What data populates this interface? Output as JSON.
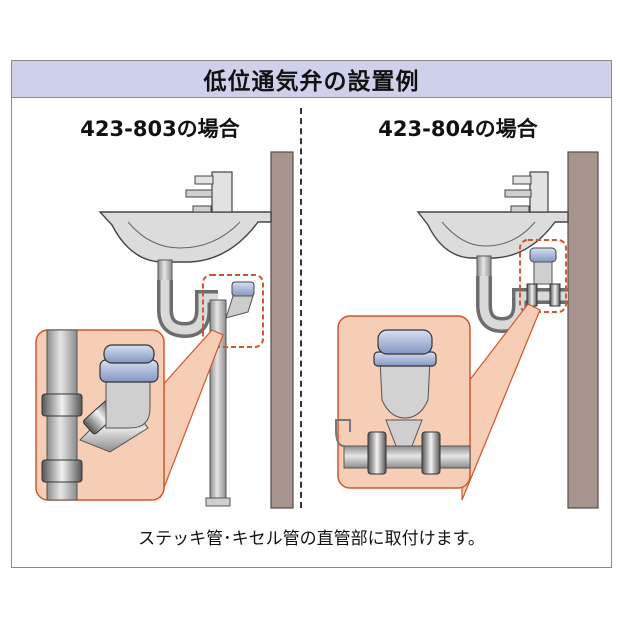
{
  "title": "低位通気弁の設置例",
  "panels": [
    {
      "heading": "423-803の場合"
    },
    {
      "heading": "423-804の場合"
    }
  ],
  "caption": "ステッキ管･キセル管の直管部に取付けます。",
  "colors": {
    "title_bar": "#cfd1ea",
    "wall": "#a8948e",
    "pipe": "#b9b9b9",
    "valve_cap": "#a9b8d8",
    "zoom_bg": "#f6cdb5",
    "highlight_dash": "#d2562e"
  }
}
